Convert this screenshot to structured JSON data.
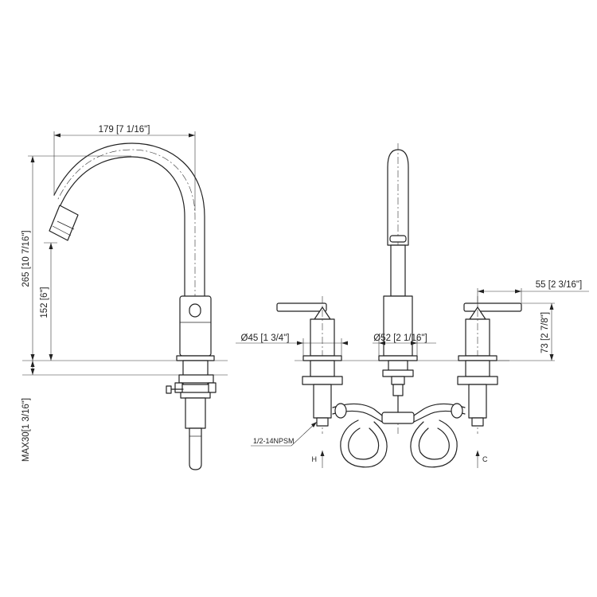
{
  "dimensions": {
    "spout_reach": "179 [7 1/16\"]",
    "total_height": "265 [10 7/16\"]",
    "spout_height": "152 [6\"]",
    "max_deck_thickness": "MAX30[1 3/16\"]",
    "handle_length": "55 [2 3/16\"]",
    "handle_height": "73 [2 7/8\"]",
    "handle_base_diameter": "Ø45 [1 3/4\"]",
    "spout_base_diameter": "Ø52 [2 1/16\"]",
    "thread_spec": "1/2-14NPSM"
  },
  "supply_labels": {
    "hot": "H",
    "cold": "C"
  }
}
